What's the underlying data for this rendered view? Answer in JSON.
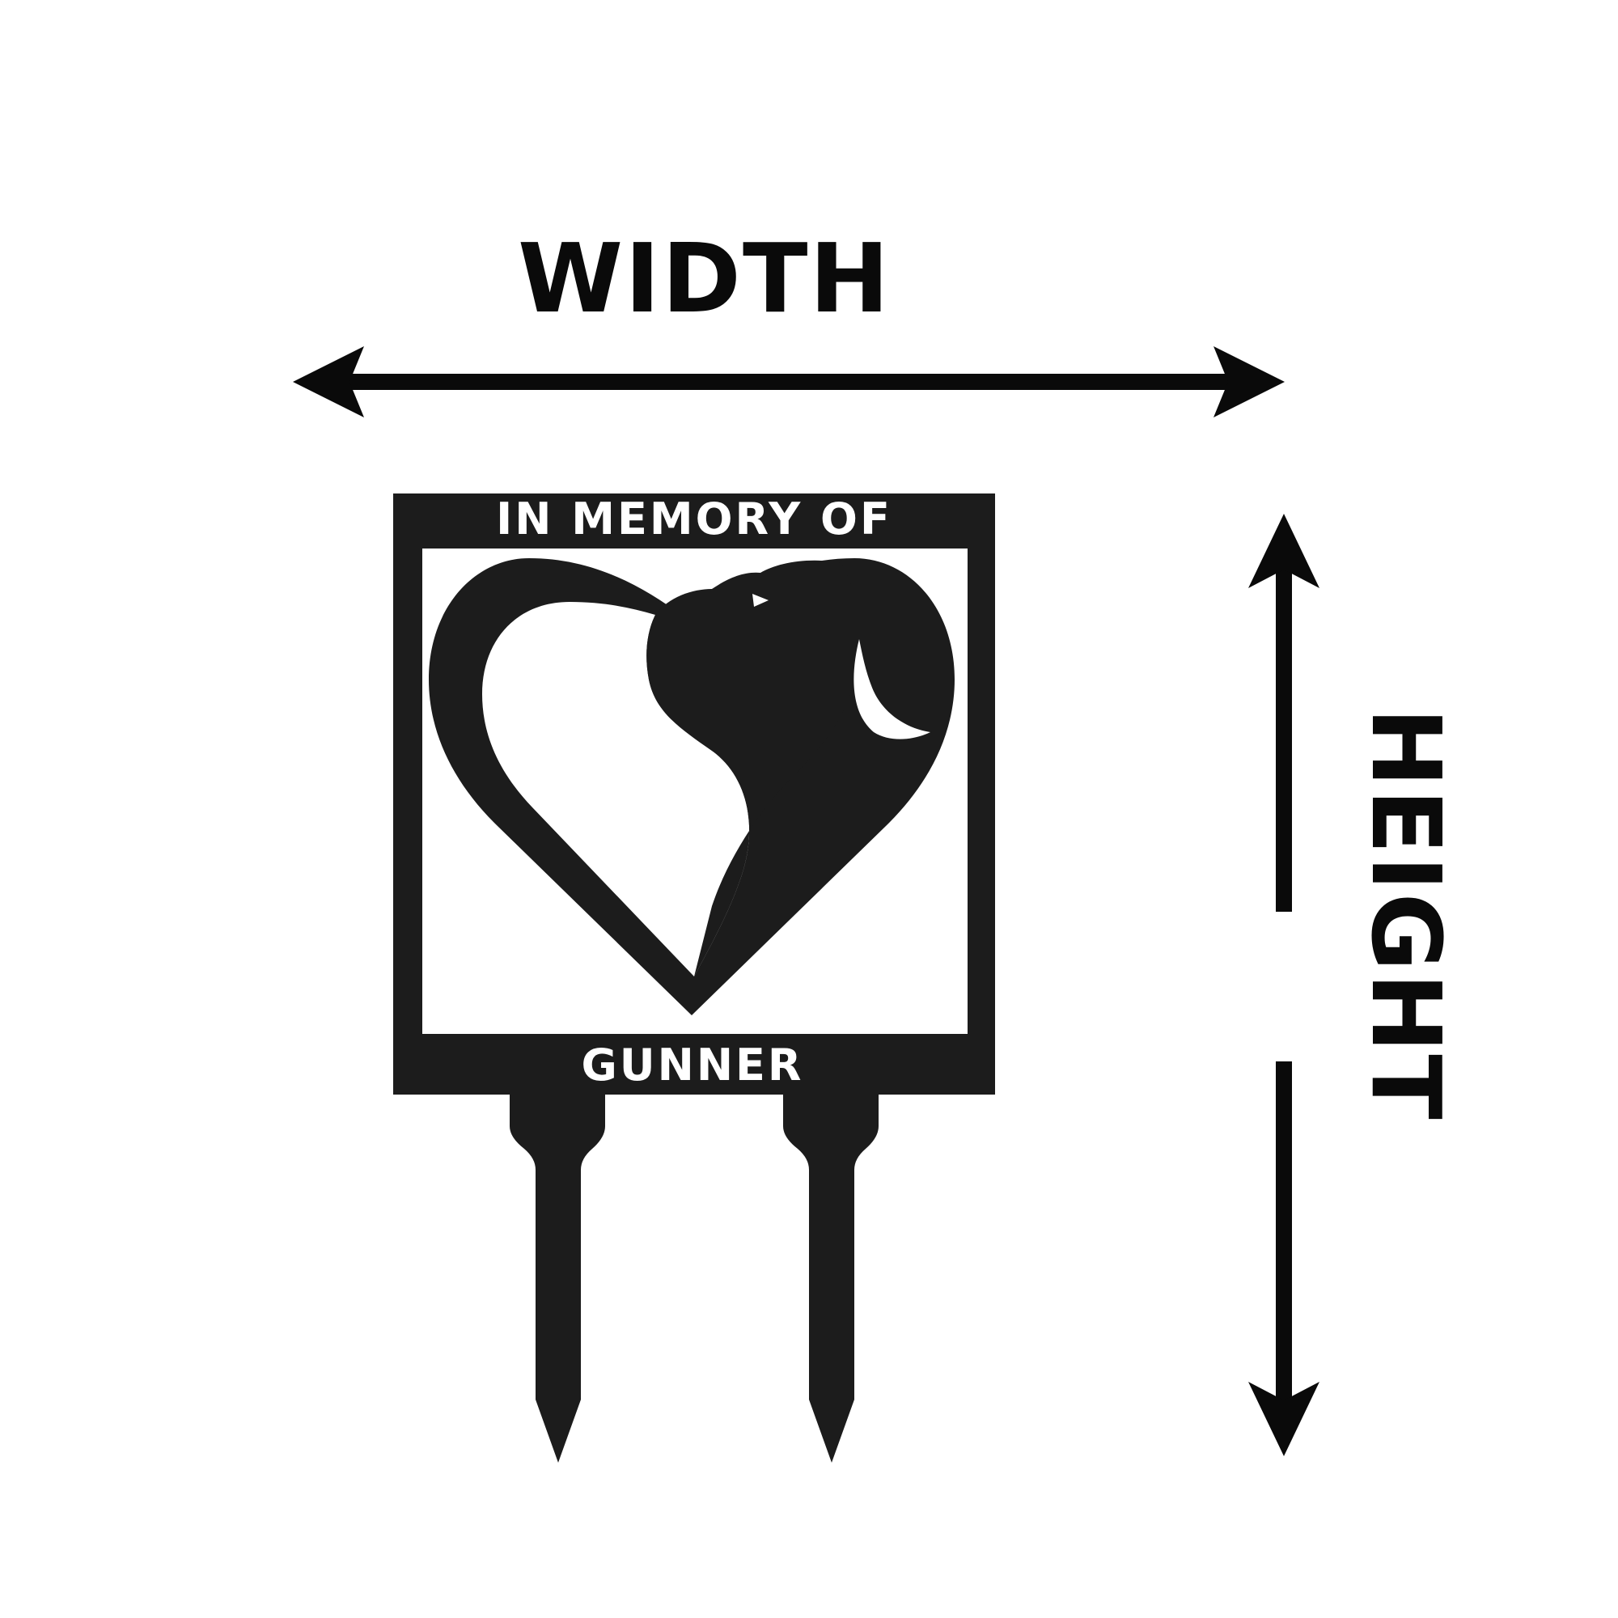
{
  "labels": {
    "width": "WIDTH",
    "height": "HEIGHT"
  },
  "sign": {
    "top_text": "IN MEMORY OF",
    "name": "GUNNER",
    "color": "#1c1c1c",
    "icon": "dog-heart-icon"
  },
  "arrows": {
    "color": "#0a0a0a"
  }
}
